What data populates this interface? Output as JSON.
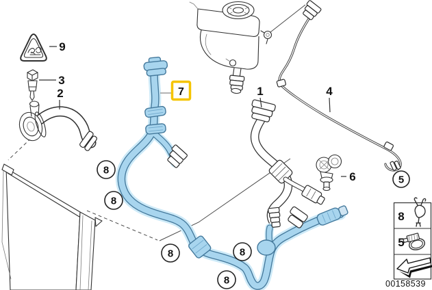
{
  "diagram_title": "cooling-system-water-hoses-diagram",
  "doc_number": "00158539",
  "colors": {
    "highlight_halo": "#cdeaf8",
    "highlight_outline": "#44799c",
    "highlight_fill": "#a8d5ee",
    "callout_highlight": "#f5c400",
    "leader_gray": "#8a8a8a",
    "line": "#2f2f2f"
  },
  "parts": {
    "p1": {
      "label": "1"
    },
    "p2": {
      "label": "2"
    },
    "p3": {
      "label": "3"
    },
    "p4": {
      "label": "4"
    },
    "p5": {
      "label": "5"
    },
    "p6": {
      "label": "6"
    },
    "p7": {
      "label": "7"
    },
    "p9": {
      "label": "9"
    }
  },
  "clamp_callouts": [
    "8",
    "8",
    "8",
    "8",
    "8"
  ],
  "legend": {
    "rows": [
      {
        "num": "8",
        "icon": "spring-clamp-icon"
      },
      {
        "num": "5",
        "icon": "worm-clamp-icon"
      }
    ],
    "arrow_icon": "direction-arrow-icon"
  }
}
